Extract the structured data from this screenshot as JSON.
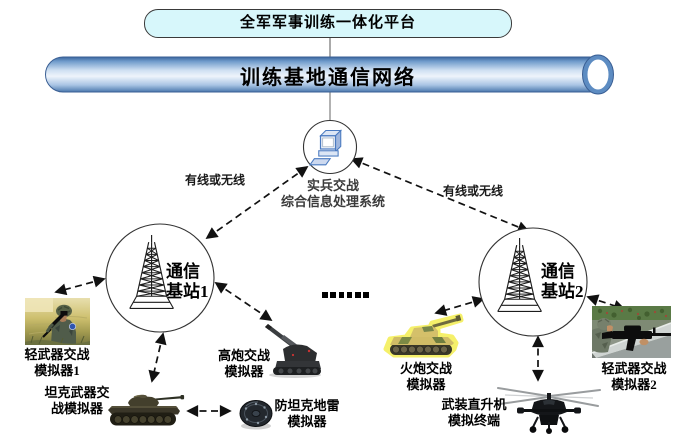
{
  "platform": {
    "title": "全军军事训练一体化平台"
  },
  "network": {
    "title": "训练基地通信网络"
  },
  "processor": {
    "line1": "实兵交战",
    "line2": "综合信息处理系统"
  },
  "links": {
    "left_label": "有线或无线",
    "right_label": "有线或无线"
  },
  "stations": [
    {
      "line1": "通信",
      "line2": "基站1"
    },
    {
      "line1": "通信",
      "line2": "基站2"
    }
  ],
  "ellipsis": "......",
  "simulators": [
    {
      "line1": "轻武器交战",
      "line2": "模拟器1"
    },
    {
      "line1": "坦克武器交",
      "line2": "战模拟器"
    },
    {
      "line1": "高炮交战",
      "line2": "模拟器"
    },
    {
      "line1": "防坦克地雷",
      "line2": "模拟器"
    },
    {
      "line1": "火炮交战",
      "line2": "模拟器"
    },
    {
      "line1": "武装直升机",
      "line2": "模拟终端"
    },
    {
      "line1": "轻武器交战",
      "line2": "模拟器2"
    }
  ],
  "colors": {
    "platform_fill": "#d7f7fb",
    "cylinder_blue": "#4a77ad",
    "line": "#111111"
  }
}
